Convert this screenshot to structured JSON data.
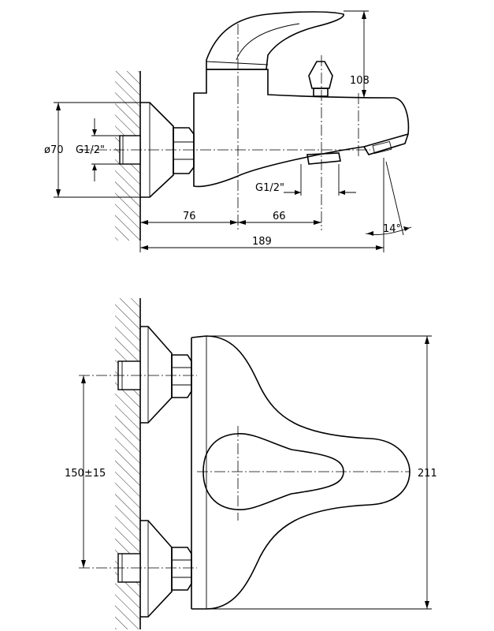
{
  "top_view": {
    "dim_diameter": "ø70",
    "dim_thread_inlet": "G1/2\"",
    "dim_thread_outlet": "G1/2\"",
    "dim_height": "108",
    "dim_wall_to_axis": "76",
    "dim_axis_to_outlet": "66",
    "dim_total_length": "189",
    "dim_angle": "14°"
  },
  "bottom_view": {
    "dim_centers": "150±15",
    "dim_width": "211"
  }
}
